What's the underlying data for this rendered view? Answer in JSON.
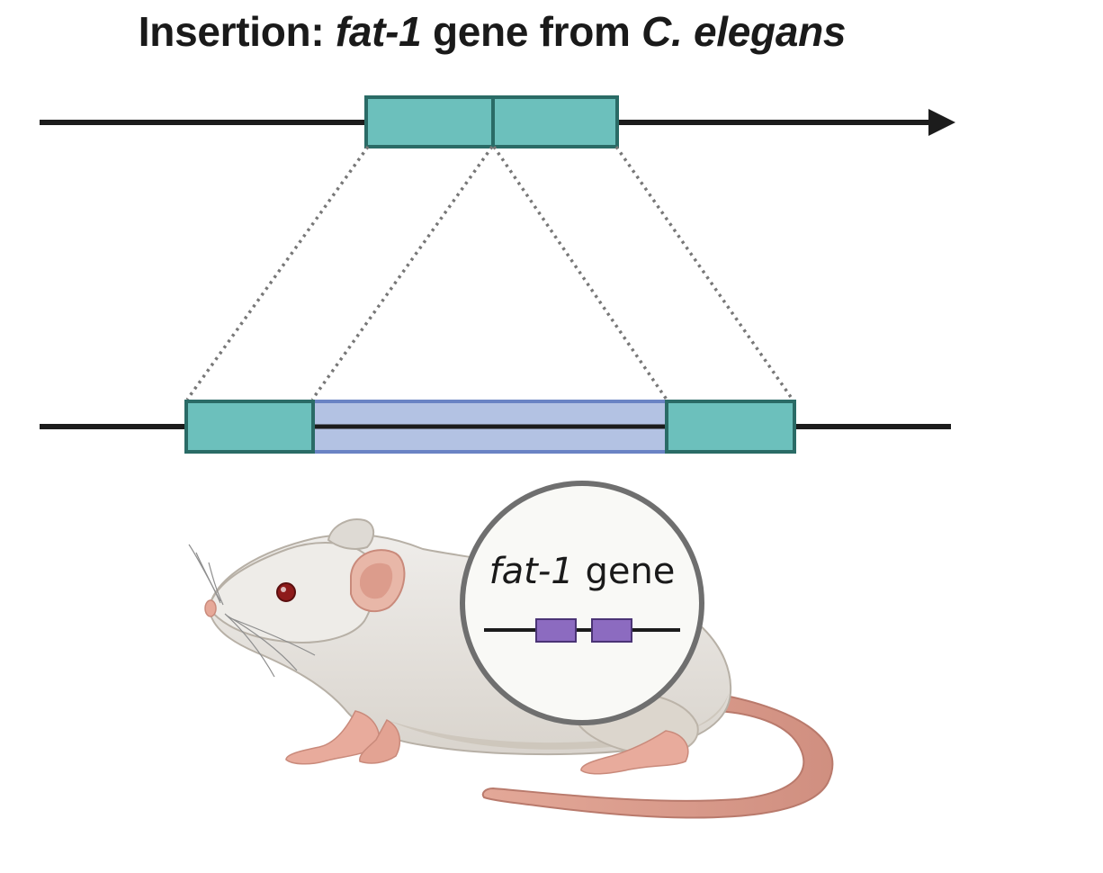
{
  "title": {
    "prefix": "Insertion: ",
    "gene": "fat-1",
    "middle": " gene from ",
    "organism": "C. elegans"
  },
  "inset": {
    "gene": "fat-1",
    "suffix": " gene"
  },
  "colors": {
    "exon": "#6cc0bc",
    "exon_border": "#2a6b66",
    "insert": "#b3c2e3",
    "insert_border": "#6a83c4",
    "gene_exon": "#8c6bc0",
    "line": "#1c1c1c",
    "dotted": "#777777"
  },
  "icons": {
    "organism": "mouse-illustration",
    "magnifier": "zoom-circle-icon"
  }
}
